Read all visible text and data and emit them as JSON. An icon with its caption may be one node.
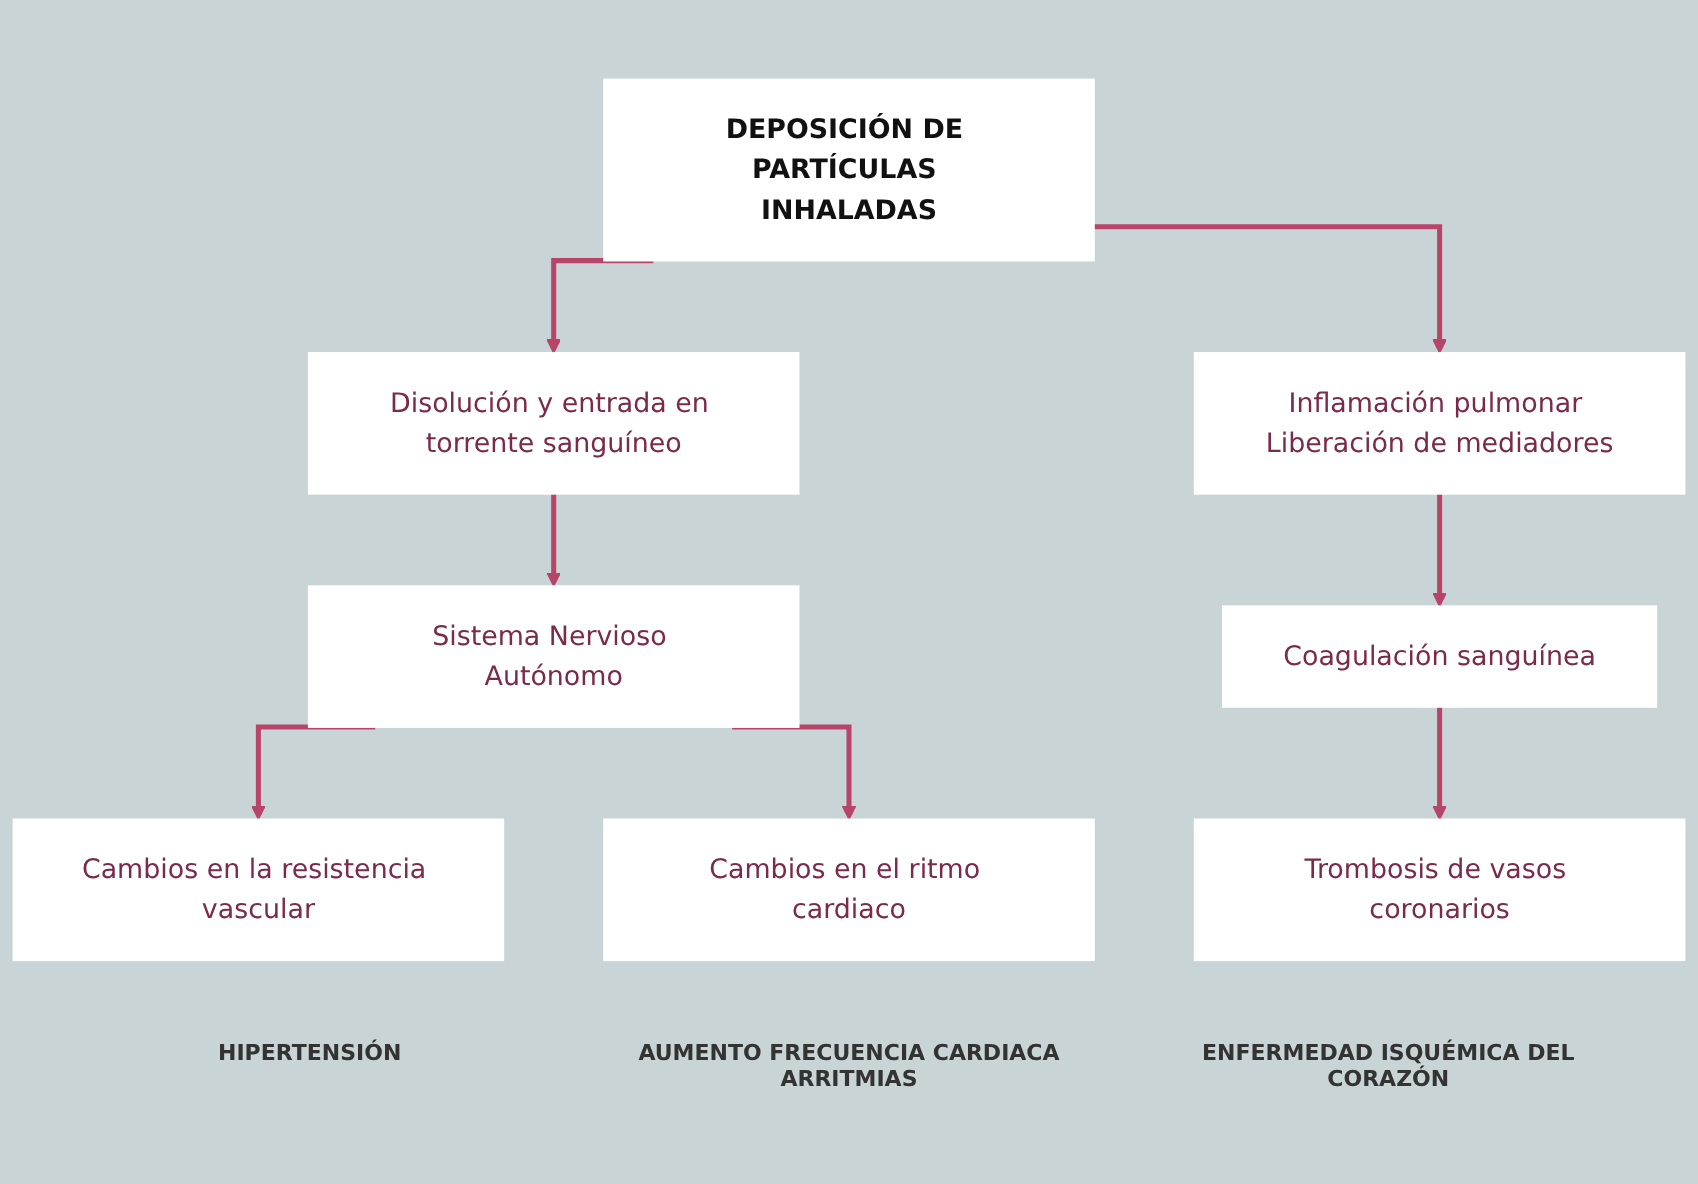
{
  "diagram": {
    "nodes": [
      {
        "text": [
          "DEPOSICIÓN DE PARTÍCULAS INHALADAS"
        ]
      },
      {
        "text": [
          "Disolución y entrada en torrente sanguíneo"
        ]
      },
      {
        "text": [
          "Inflamación pulmonar Liberación de mediadores"
        ]
      },
      {
        "text": [
          "Sistema Nervioso Autónomo"
        ]
      },
      {
        "text": [
          "Coagulación sanguínea"
        ]
      },
      {
        "text": [
          "Cambios en la resistencia vascular"
        ]
      },
      {
        "text": [
          "Cambios en el ritmo cardiaco"
        ]
      },
      {
        "text": [
          "Trombosis de vasos coronarios"
        ]
      }
    ],
    "edges": [
      {
        "from": 0,
        "to": 1,
        "arrow": "to"
      },
      {
        "from": 0,
        "to": 2,
        "arrow": "to"
      },
      {
        "from": 1,
        "to": 3,
        "arrow": "to"
      },
      {
        "from": 3,
        "to": 5,
        "arrow": "to"
      },
      {
        "from": 3,
        "to": 6,
        "arrow": "to"
      },
      {
        "from": 2,
        "to": 4,
        "arrow": "to"
      },
      {
        "from": 4,
        "to": 7,
        "arrow": "to"
      }
    ],
    "labels": [
      "HIPERTENSIÓN",
      "AUMENTO FRECUENCIA CARDIACA ARRITMIAS",
      "ENFERMEDAD ISQUÉMICA DEL CORAZÓN"
    ]
  }
}
